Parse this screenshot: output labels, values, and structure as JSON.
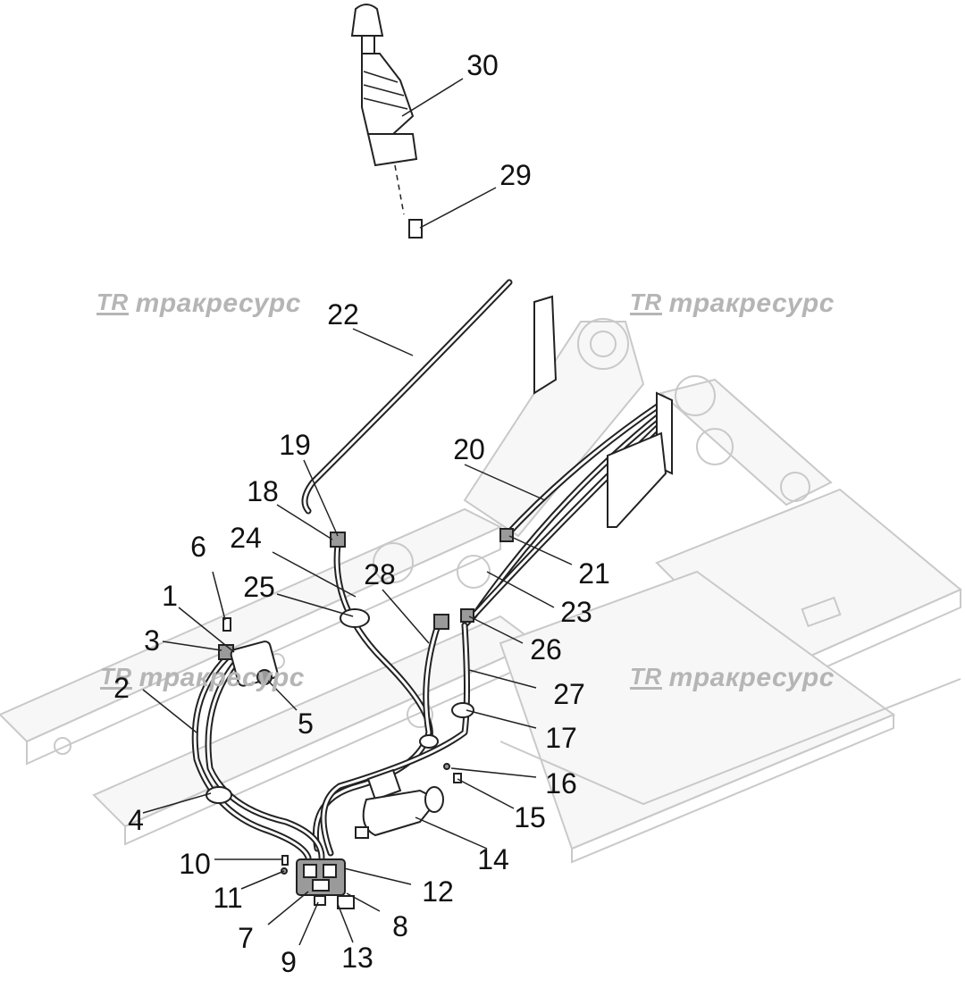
{
  "watermark": {
    "mark": "TR",
    "text": "тракресурс"
  },
  "callouts": [
    {
      "label": "1"
    },
    {
      "label": "2"
    },
    {
      "label": "3"
    },
    {
      "label": "4"
    },
    {
      "label": "5"
    },
    {
      "label": "6"
    },
    {
      "label": "7"
    },
    {
      "label": "8"
    },
    {
      "label": "9"
    },
    {
      "label": "10"
    },
    {
      "label": "11"
    },
    {
      "label": "12"
    },
    {
      "label": "13"
    },
    {
      "label": "14"
    },
    {
      "label": "15"
    },
    {
      "label": "16"
    },
    {
      "label": "17"
    },
    {
      "label": "18"
    },
    {
      "label": "19"
    },
    {
      "label": "20"
    },
    {
      "label": "21"
    },
    {
      "label": "22"
    },
    {
      "label": "23"
    },
    {
      "label": "24"
    },
    {
      "label": "25"
    },
    {
      "label": "26"
    },
    {
      "label": "27"
    },
    {
      "label": "28"
    },
    {
      "label": "29"
    },
    {
      "label": "30"
    }
  ],
  "colors": {
    "ink": "#222222",
    "frame": "#c9c9c9",
    "watermark": "#b5b5b5"
  }
}
